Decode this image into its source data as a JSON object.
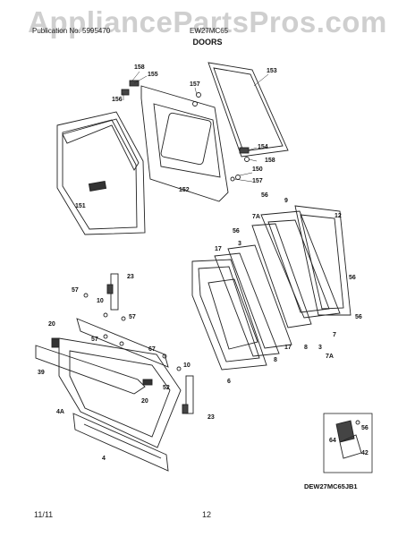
{
  "header": {
    "watermark": "AppliancePartsPros.com",
    "left_text": "Publication No. 5995470",
    "right_text": "EW27MC65",
    "section_title": "DOORS"
  },
  "diagram": {
    "callouts": [
      "158",
      "155",
      "156",
      "157",
      "153",
      "151",
      "152",
      "154",
      "158",
      "150",
      "157",
      "56",
      "9",
      "12",
      "7A",
      "56",
      "3",
      "17",
      "56",
      "56",
      "8",
      "17",
      "8",
      "3",
      "7",
      "7A",
      "6",
      "23",
      "57",
      "10",
      "57",
      "20",
      "57",
      "67",
      "39",
      "10",
      "52",
      "20",
      "4A",
      "23",
      "4"
    ],
    "inset": {
      "callouts": [
        "56",
        "64",
        "42"
      ],
      "model_code": "DEW27MC65JB1"
    }
  },
  "footer": {
    "date": "11/11",
    "page_number": "12"
  }
}
